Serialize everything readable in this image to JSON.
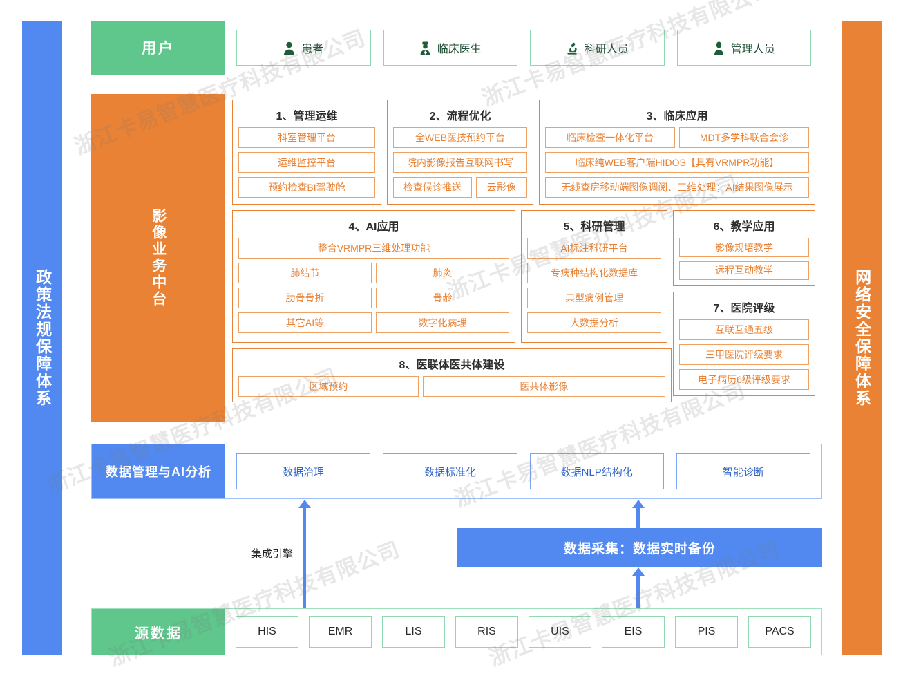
{
  "left_sidebar": {
    "label": "政策法规保障体系",
    "color": "#5189f0"
  },
  "right_sidebar": {
    "label": "网络安全保障体系",
    "color": "#e98234"
  },
  "watermark": {
    "text": "浙江卡易智慧医疗科技有限公司"
  },
  "user_band": {
    "label": "用户",
    "color": "#5fc68c",
    "items": [
      {
        "label": "患者",
        "icon": "person-icon"
      },
      {
        "label": "临床医生",
        "icon": "doctor-icon"
      },
      {
        "label": "科研人员",
        "icon": "microscope-icon"
      },
      {
        "label": "管理人员",
        "icon": "person-icon"
      }
    ]
  },
  "imaging_band": {
    "label": "影像业务中台",
    "color": "#e98234",
    "panels": [
      {
        "title": "1、管理运维",
        "rows": [
          [
            "科室管理平台"
          ],
          [
            "运维监控平台"
          ],
          [
            "预约检查BI驾驶舱"
          ]
        ]
      },
      {
        "title": "2、流程优化",
        "rows": [
          [
            "全WEB医技预约平台"
          ],
          [
            "院内影像报告互联网书写"
          ],
          [
            "检查候诊推送",
            "云影像"
          ]
        ]
      },
      {
        "title": "3、临床应用",
        "rows": [
          [
            "临床检查一体化平台",
            "MDT多学科联合会诊"
          ],
          [
            "临床纯WEB客户端HIDOS【具有VRMPR功能】"
          ],
          [
            "无线查房移动端图像调阅、三维处理；AI结果图像展示"
          ]
        ]
      },
      {
        "title": "4、AI应用",
        "rows": [
          [
            "整合VRMPR三维处理功能"
          ],
          [
            "肺结节",
            "肺炎"
          ],
          [
            "肋骨骨折",
            "骨龄"
          ],
          [
            "其它AI等",
            "数字化病理"
          ]
        ]
      },
      {
        "title": "5、科研管理",
        "rows": [
          [
            "AI标注科研平台"
          ],
          [
            "专病种结构化数据库"
          ],
          [
            "典型病例管理"
          ],
          [
            "大数据分析"
          ]
        ]
      },
      {
        "title": "6、教学应用",
        "rows": [
          [
            "影像规培教学"
          ],
          [
            "远程互动教学"
          ]
        ]
      },
      {
        "title": "7、医院评级",
        "rows": [
          [
            "互联互通五级"
          ],
          [
            "三甲医院评级要求"
          ],
          [
            "电子病历6级评级要求"
          ]
        ]
      },
      {
        "title": "8、医联体医共体建设",
        "rows": [
          [
            "区域预约",
            "医共体影像"
          ]
        ]
      }
    ]
  },
  "data_band": {
    "label": "数据管理与AI分析",
    "color": "#5189f0",
    "items": [
      "数据治理",
      "数据标准化",
      "数据NLP结构化",
      "智能诊断"
    ]
  },
  "middle": {
    "engine_label": "集成引擎",
    "collect_label": "数据采集：数据实时备份",
    "arrow_color": "#5189f0"
  },
  "source_band": {
    "label": "源数据",
    "color": "#5fc68c",
    "items": [
      "HIS",
      "EMR",
      "LIS",
      "RIS",
      "UIS",
      "EIS",
      "PIS",
      "PACS"
    ]
  }
}
